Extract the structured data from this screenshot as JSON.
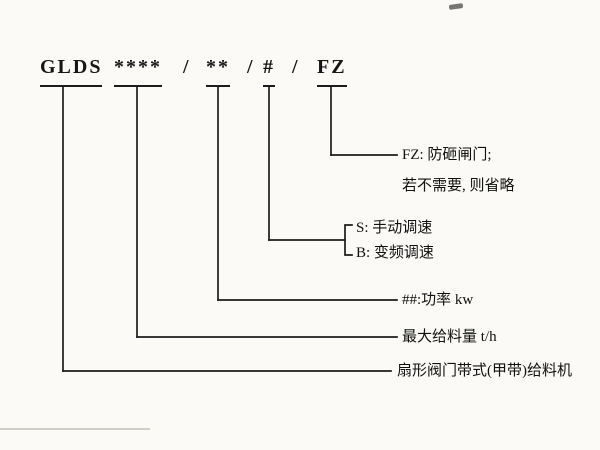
{
  "colors": {
    "ink": "#1c1c1c",
    "paper": "#fbfaf7"
  },
  "model_code": {
    "prefix": "GLDS",
    "capacity_field": "****",
    "sep1": "/",
    "power_field": "**",
    "sep2": "/",
    "speed_field": "#",
    "sep3": "/",
    "gate_field": "FZ"
  },
  "annotations": {
    "gate": "FZ: 防砸闸门;",
    "gate_note": "若不需要, 则省略",
    "speed_manual": "S: 手动调速",
    "speed_vfd": "B: 变频调速",
    "power": "##:功率 kw",
    "capacity": "最大给料量 t/h",
    "machine_type": "扇形阀门带式(甲带)给料机"
  }
}
